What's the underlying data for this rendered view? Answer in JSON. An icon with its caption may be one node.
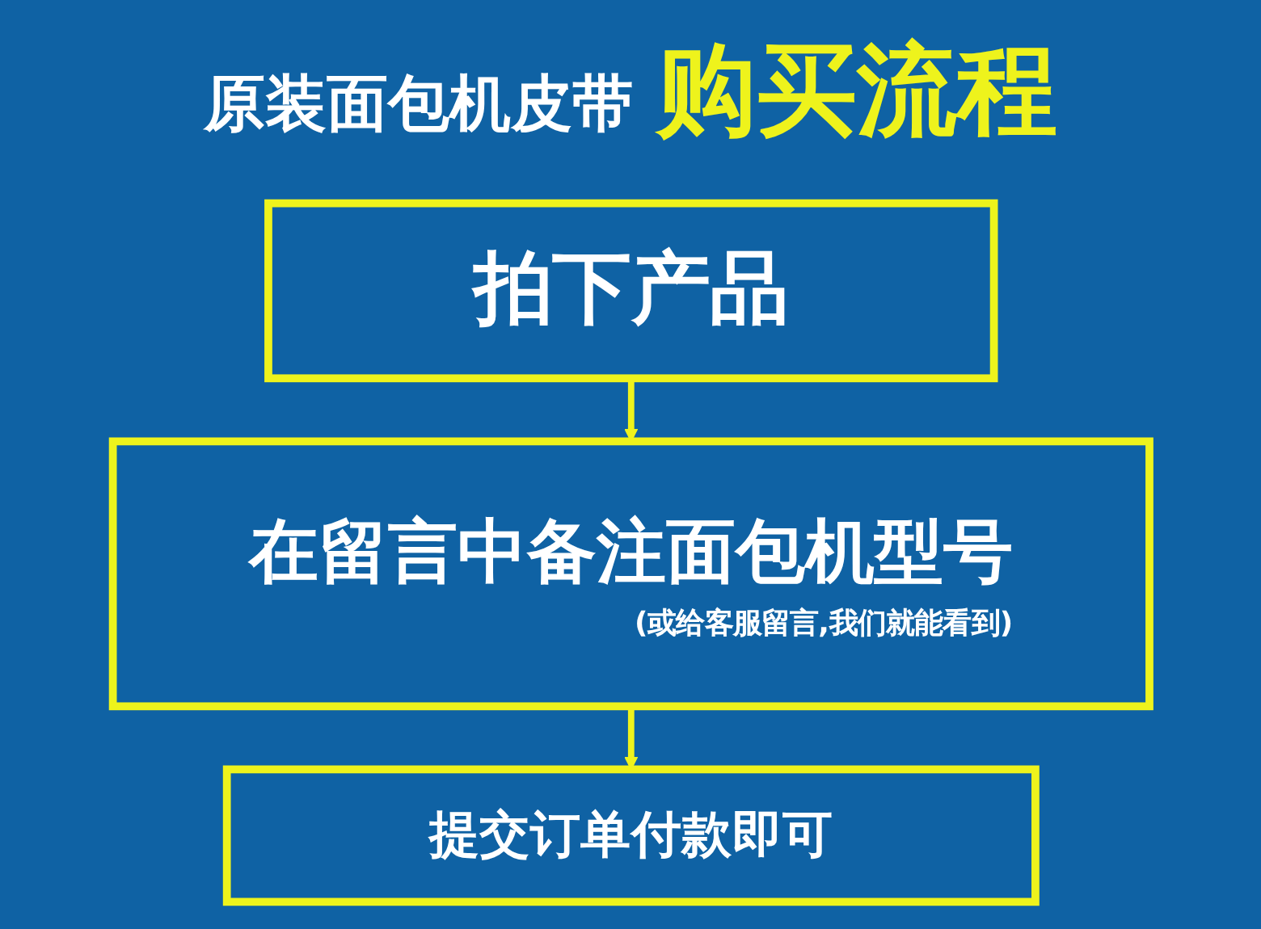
{
  "diagram": {
    "title": "原装面包机皮带 购买流程",
    "nodes": [
      {
        "text": [
          "拍下产品"
        ]
      },
      {
        "text": [
          "在留言中备注面包机型号",
          "(或给客服留言,我们就能看到)"
        ]
      },
      {
        "text": [
          "提交订单付款即可"
        ]
      }
    ],
    "edges": [
      {
        "from": 0,
        "to": 1,
        "arrow": "to"
      },
      {
        "from": 1,
        "to": 2,
        "arrow": "to"
      }
    ]
  }
}
